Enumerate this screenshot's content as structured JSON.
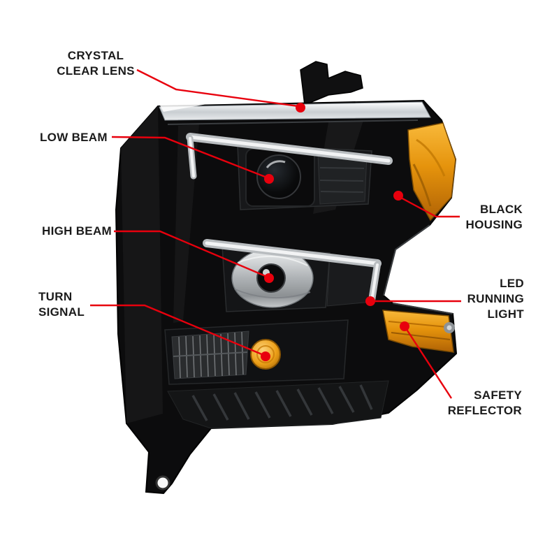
{
  "diagram": {
    "subject": "projector headlight assembly with feature callouts",
    "background_color": "#ffffff",
    "callout_color": "#e8000d",
    "label_color": "#1b1b1b",
    "housing_color": "#0c0c0d",
    "amber_color": "#e5930c",
    "chrome_color": "#c9ced2"
  },
  "callouts": {
    "crystal_clear_lens": {
      "label": "CRYSTAL\nCLEAR LENS"
    },
    "low_beam": {
      "label": "LOW BEAM"
    },
    "high_beam": {
      "label": "HIGH BEAM"
    },
    "turn_signal": {
      "label": "TURN\nSIGNAL"
    },
    "black_housing": {
      "label": "BLACK\nHOUSING"
    },
    "led_running_light": {
      "label": "LED\nRUNNING\nLIGHT"
    },
    "safety_reflector": {
      "label": "SAFETY\nREFLECTOR"
    }
  }
}
